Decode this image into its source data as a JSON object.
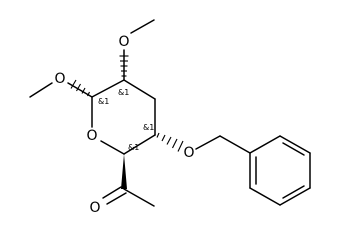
{
  "molecule": {
    "atoms": {
      "o_methoxy_top": "O",
      "o_methoxy_left": "O",
      "o_ring": "O",
      "o_benzyloxy": "O",
      "o_carbonyl": "O"
    },
    "stereo_labels": {
      "c1": "&1",
      "c2": "&1",
      "c4": "&1",
      "c5": "&1"
    }
  }
}
